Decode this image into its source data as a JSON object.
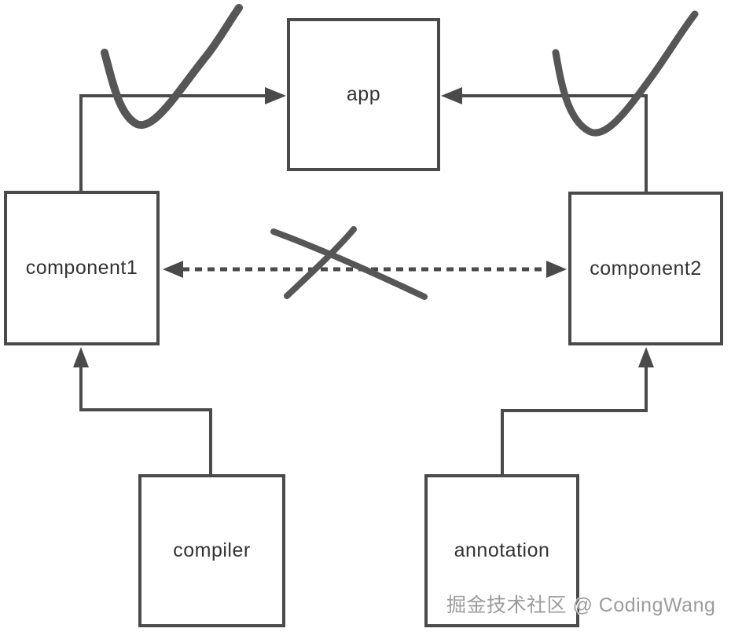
{
  "nodes": {
    "app": {
      "label": "app"
    },
    "component1": {
      "label": "component1"
    },
    "component2": {
      "label": "component2"
    },
    "compiler": {
      "label": "compiler"
    },
    "annotation": {
      "label": "annotation"
    }
  },
  "edges": [
    {
      "from": "component1",
      "to": "app",
      "style": "solid",
      "direction": "one-way",
      "mark": "checkmark"
    },
    {
      "from": "component2",
      "to": "app",
      "style": "solid",
      "direction": "one-way",
      "mark": "checkmark"
    },
    {
      "from": "component1",
      "to": "component2",
      "style": "dashed",
      "direction": "two-way",
      "mark": "cross-out"
    },
    {
      "from": "compiler",
      "to": "component1",
      "style": "solid",
      "direction": "one-way",
      "mark": "none"
    },
    {
      "from": "annotation",
      "to": "component2",
      "style": "solid",
      "direction": "one-way",
      "mark": "none"
    }
  ],
  "watermark": {
    "text": "掘金技术社区 @ CodingWang"
  },
  "colors": {
    "background": "#ffffff",
    "line": "#4a4a4a",
    "node_border": "#4a4a4a",
    "node_text": "#333333",
    "sketch_mark": "#565656",
    "watermark_text": "#9c9c9c"
  }
}
